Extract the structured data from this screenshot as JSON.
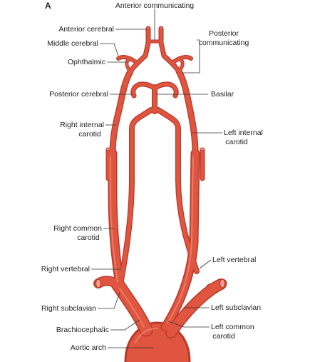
{
  "figure": {
    "panel_letter": "A",
    "colors": {
      "artery": "#e0553f",
      "artery_dark": "#b8392a",
      "artery_highlight": "#f08a78",
      "leader": "#333333",
      "text": "#222222"
    }
  },
  "labels": {
    "anterior_communicating": "Anterior communicating",
    "anterior_cerebral": "Anterior cerebral",
    "posterior_communicating_1": "Posterior",
    "posterior_communicating_2": "communicating",
    "middle_cerebral": "Middle cerebral",
    "ophthalmic": "Ophthalmic",
    "posterior_cerebral": "Posterior cerebral",
    "basilar": "Basilar",
    "right_internal_carotid_1": "Right internal",
    "right_internal_carotid_2": "carotid",
    "left_internal_carotid_1": "Left internal",
    "left_internal_carotid_2": "carotid",
    "right_common_carotid_1": "Right common",
    "right_common_carotid_2": "carotid",
    "left_vertebral": "Left vertebral",
    "right_vertebral": "Right vertebral",
    "right_subclavian": "Right subclavian",
    "left_subclavian": "Left subclavian",
    "brachiocephalic": "Brachiocephalic",
    "left_common_carotid_1": "Left common",
    "left_common_carotid_2": "carotid",
    "aortic_arch": "Aortic arch"
  }
}
